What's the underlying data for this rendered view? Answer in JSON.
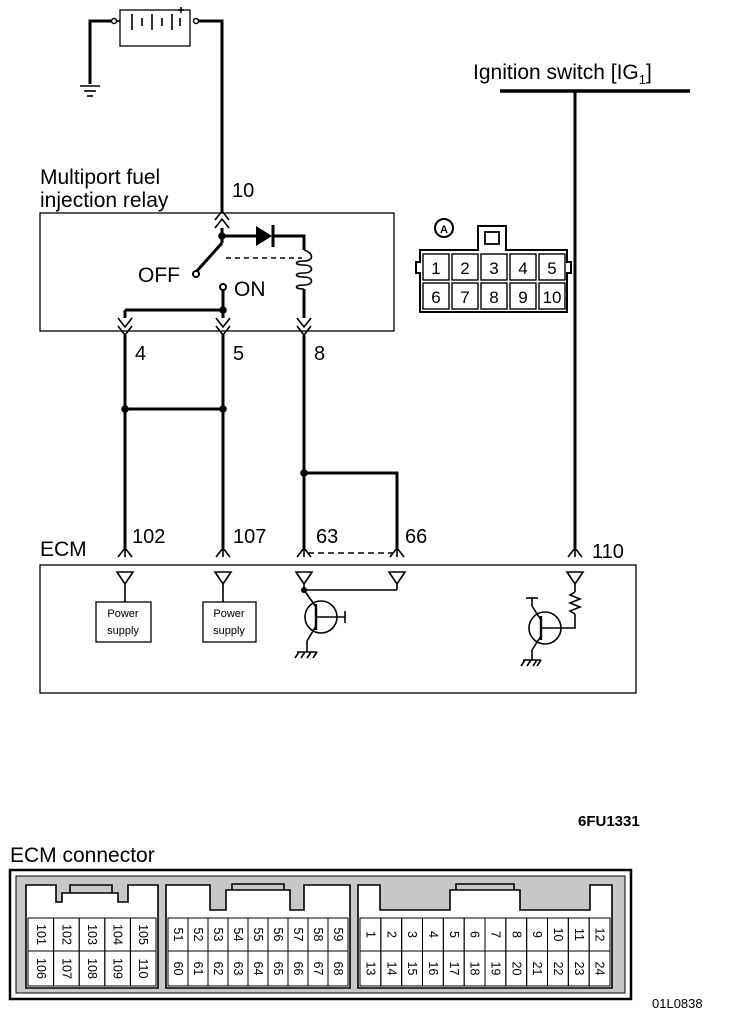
{
  "labels": {
    "relay_name_line1": "Multiport fuel",
    "relay_name_line2": "injection relay",
    "ignition_switch": "Ignition switch [IG",
    "ignition_sub": "1",
    "ignition_close": "]",
    "switch_off": "OFF",
    "switch_on": "ON",
    "ecm": "ECM",
    "power_supply_line1": "Power",
    "power_supply_line2": "supply",
    "figure_code": "6FU1331",
    "ecm_connector_title": "ECM connector",
    "bottom_code": "01L0838"
  },
  "relay_pins": [
    "10",
    "4",
    "5",
    "8"
  ],
  "ecm_pins": [
    "102",
    "107",
    "63",
    "66",
    "110"
  ],
  "connector_a": {
    "label": "A",
    "top_row": [
      "1",
      "2",
      "3",
      "4",
      "5"
    ],
    "bottom_row": [
      "6",
      "7",
      "8",
      "9",
      "10"
    ]
  },
  "ecm_connector": {
    "block1": {
      "top": [
        "101",
        "102",
        "103",
        "104",
        "105"
      ],
      "bottom": [
        "106",
        "107",
        "108",
        "109",
        "110"
      ]
    },
    "block2": {
      "top": [
        "51",
        "52",
        "53",
        "54",
        "55",
        "56",
        "57",
        "58",
        "59"
      ],
      "bottom": [
        "60",
        "61",
        "62",
        "63",
        "64",
        "65",
        "66",
        "67",
        "68"
      ]
    },
    "block3": {
      "top": [
        "1",
        "2",
        "3",
        "4",
        "5",
        "6",
        "7",
        "8",
        "9",
        "10",
        "11",
        "12"
      ],
      "bottom": [
        "13",
        "14",
        "15",
        "16",
        "17",
        "18",
        "19",
        "20",
        "21",
        "22",
        "23",
        "24"
      ]
    }
  }
}
